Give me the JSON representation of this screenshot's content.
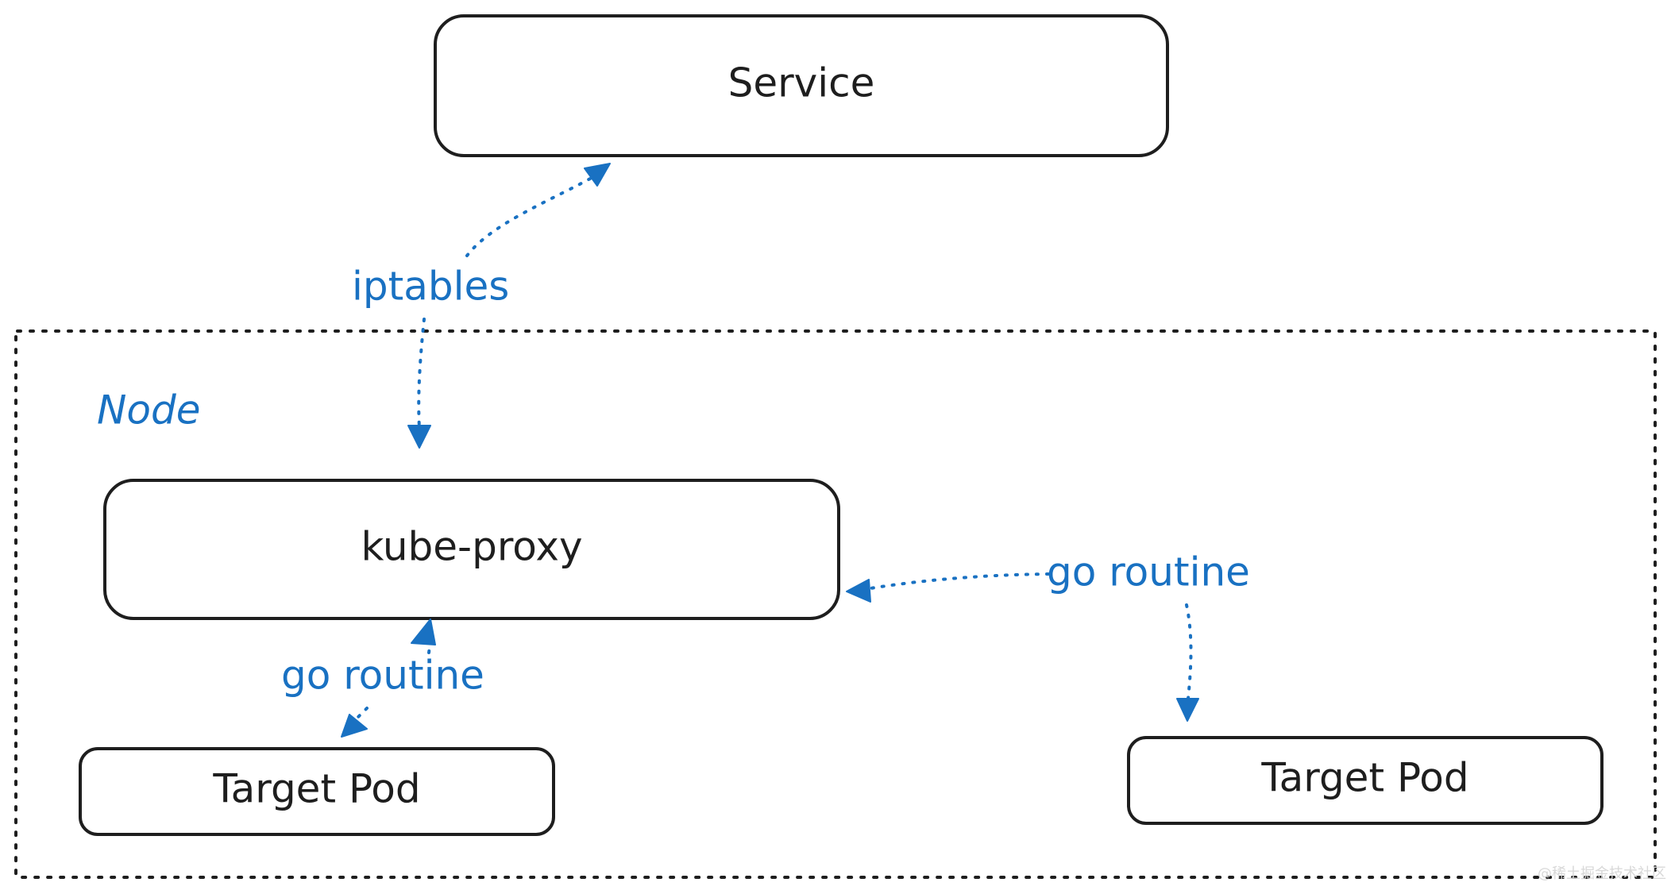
{
  "diagram": {
    "node_label": "Node",
    "service_label": "Service",
    "kube_proxy_label": "kube-proxy",
    "target_pod_left_label": "Target Pod",
    "target_pod_right_label": "Target Pod",
    "iptables_label": "iptables",
    "go_routine_right_label": "go routine",
    "go_routine_left_label": "go routine",
    "watermark": "@稀土掘金技术社区"
  },
  "colors": {
    "stroke": "#1e1e1e",
    "accent": "#1971c2",
    "background": "#ffffff"
  }
}
